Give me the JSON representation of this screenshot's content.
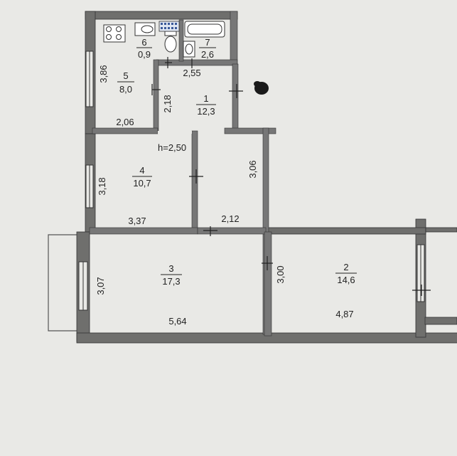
{
  "rooms": [
    {
      "id": "r1",
      "number": "1",
      "area": "12,3"
    },
    {
      "id": "r2",
      "number": "2",
      "area": "14,6"
    },
    {
      "id": "r3",
      "number": "3",
      "area": "17,3"
    },
    {
      "id": "r4",
      "number": "4",
      "area": "10,7"
    },
    {
      "id": "r5",
      "number": "5",
      "area": "8,0"
    },
    {
      "id": "r6",
      "number": "6",
      "area": "0,9"
    },
    {
      "id": "r7",
      "number": "7",
      "area": "2,6"
    }
  ],
  "dimensions": {
    "d_386": "3,86",
    "d_206": "2,06",
    "d_255": "2,55",
    "d_218": "2,18",
    "d_306": "3,06",
    "d_212": "2,12",
    "d_318": "3,18",
    "d_337": "3,37",
    "d_307": "3,07",
    "d_564": "5,64",
    "d_300": "3,00",
    "d_487": "4,87"
  },
  "ceiling_height": "h=2,50",
  "colors": {
    "paper": "#e9e9e6",
    "wall": "#6f6f6d",
    "wall_outline": "#333333",
    "text": "#222222",
    "ink_mark": "#1a1a1a"
  },
  "icons": [
    "stove-icon",
    "sink-icon",
    "toilet-icon",
    "bathtub-icon",
    "washbasin-icon",
    "window-icon",
    "door-icon",
    "ink-blot-mark"
  ]
}
